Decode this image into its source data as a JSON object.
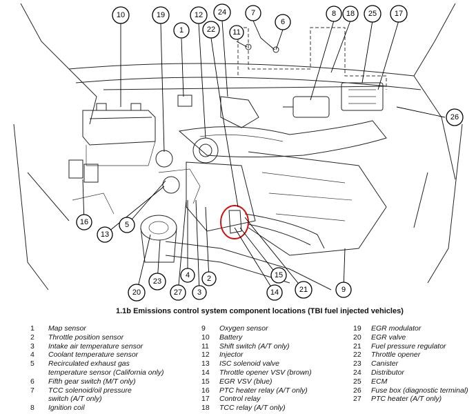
{
  "figure": {
    "caption": "1.1b Emissions control system component locations (TBI fuel injected vehicles)",
    "highlight_color": "#cc1111",
    "callouts": [
      "10",
      "19",
      "12",
      "1",
      "24",
      "22",
      "11",
      "7",
      "6",
      "8",
      "18",
      "25",
      "17",
      "26",
      "16",
      "13",
      "5",
      "20",
      "23",
      "4",
      "27",
      "3",
      "2",
      "15",
      "14",
      "21",
      "9"
    ]
  },
  "legend": {
    "column1": [
      {
        "num": "1",
        "text": "Map sensor"
      },
      {
        "num": "2",
        "text": "Throttle position sensor"
      },
      {
        "num": "3",
        "text": "Intake air temperature sensor"
      },
      {
        "num": "4",
        "text": "Coolant temperature sensor"
      },
      {
        "num": "5",
        "text": "Recirculated exhaust gas",
        "cont": "temperature sensor (California only)"
      },
      {
        "num": "6",
        "text": "Fifth gear switch (M/T only)"
      },
      {
        "num": "7",
        "text": "TCC solenoid/oil pressure",
        "cont": "switch (A/T only)"
      },
      {
        "num": "8",
        "text": "Ignition coil"
      }
    ],
    "column2": [
      {
        "num": "9",
        "text": "Oxygen sensor"
      },
      {
        "num": "10",
        "text": "Battery"
      },
      {
        "num": "11",
        "text": "Shift switch (A/T only)"
      },
      {
        "num": "12",
        "text": "Injector"
      },
      {
        "num": "13",
        "text": "ISC solenoid valve"
      },
      {
        "num": "14",
        "text": "Throttle opener VSV (brown)"
      },
      {
        "num": "15",
        "text": "EGR VSV (blue)"
      },
      {
        "num": "16",
        "text": "PTC heater relay (A/T only)"
      },
      {
        "num": "17",
        "text": "Control relay"
      },
      {
        "num": "18",
        "text": "TCC relay (A/T only)"
      }
    ],
    "column3": [
      {
        "num": "19",
        "text": "EGR modulator"
      },
      {
        "num": "20",
        "text": "EGR valve"
      },
      {
        "num": "21",
        "text": "Fuel pressure regulator"
      },
      {
        "num": "22",
        "text": "Throttle opener"
      },
      {
        "num": "23",
        "text": "Canister"
      },
      {
        "num": "24",
        "text": "Distributor"
      },
      {
        "num": "25",
        "text": "ECM"
      },
      {
        "num": "26",
        "text": "Fuse box (diagnostic terminal)"
      },
      {
        "num": "27",
        "text": "PTC heater (A/T only)"
      }
    ]
  }
}
